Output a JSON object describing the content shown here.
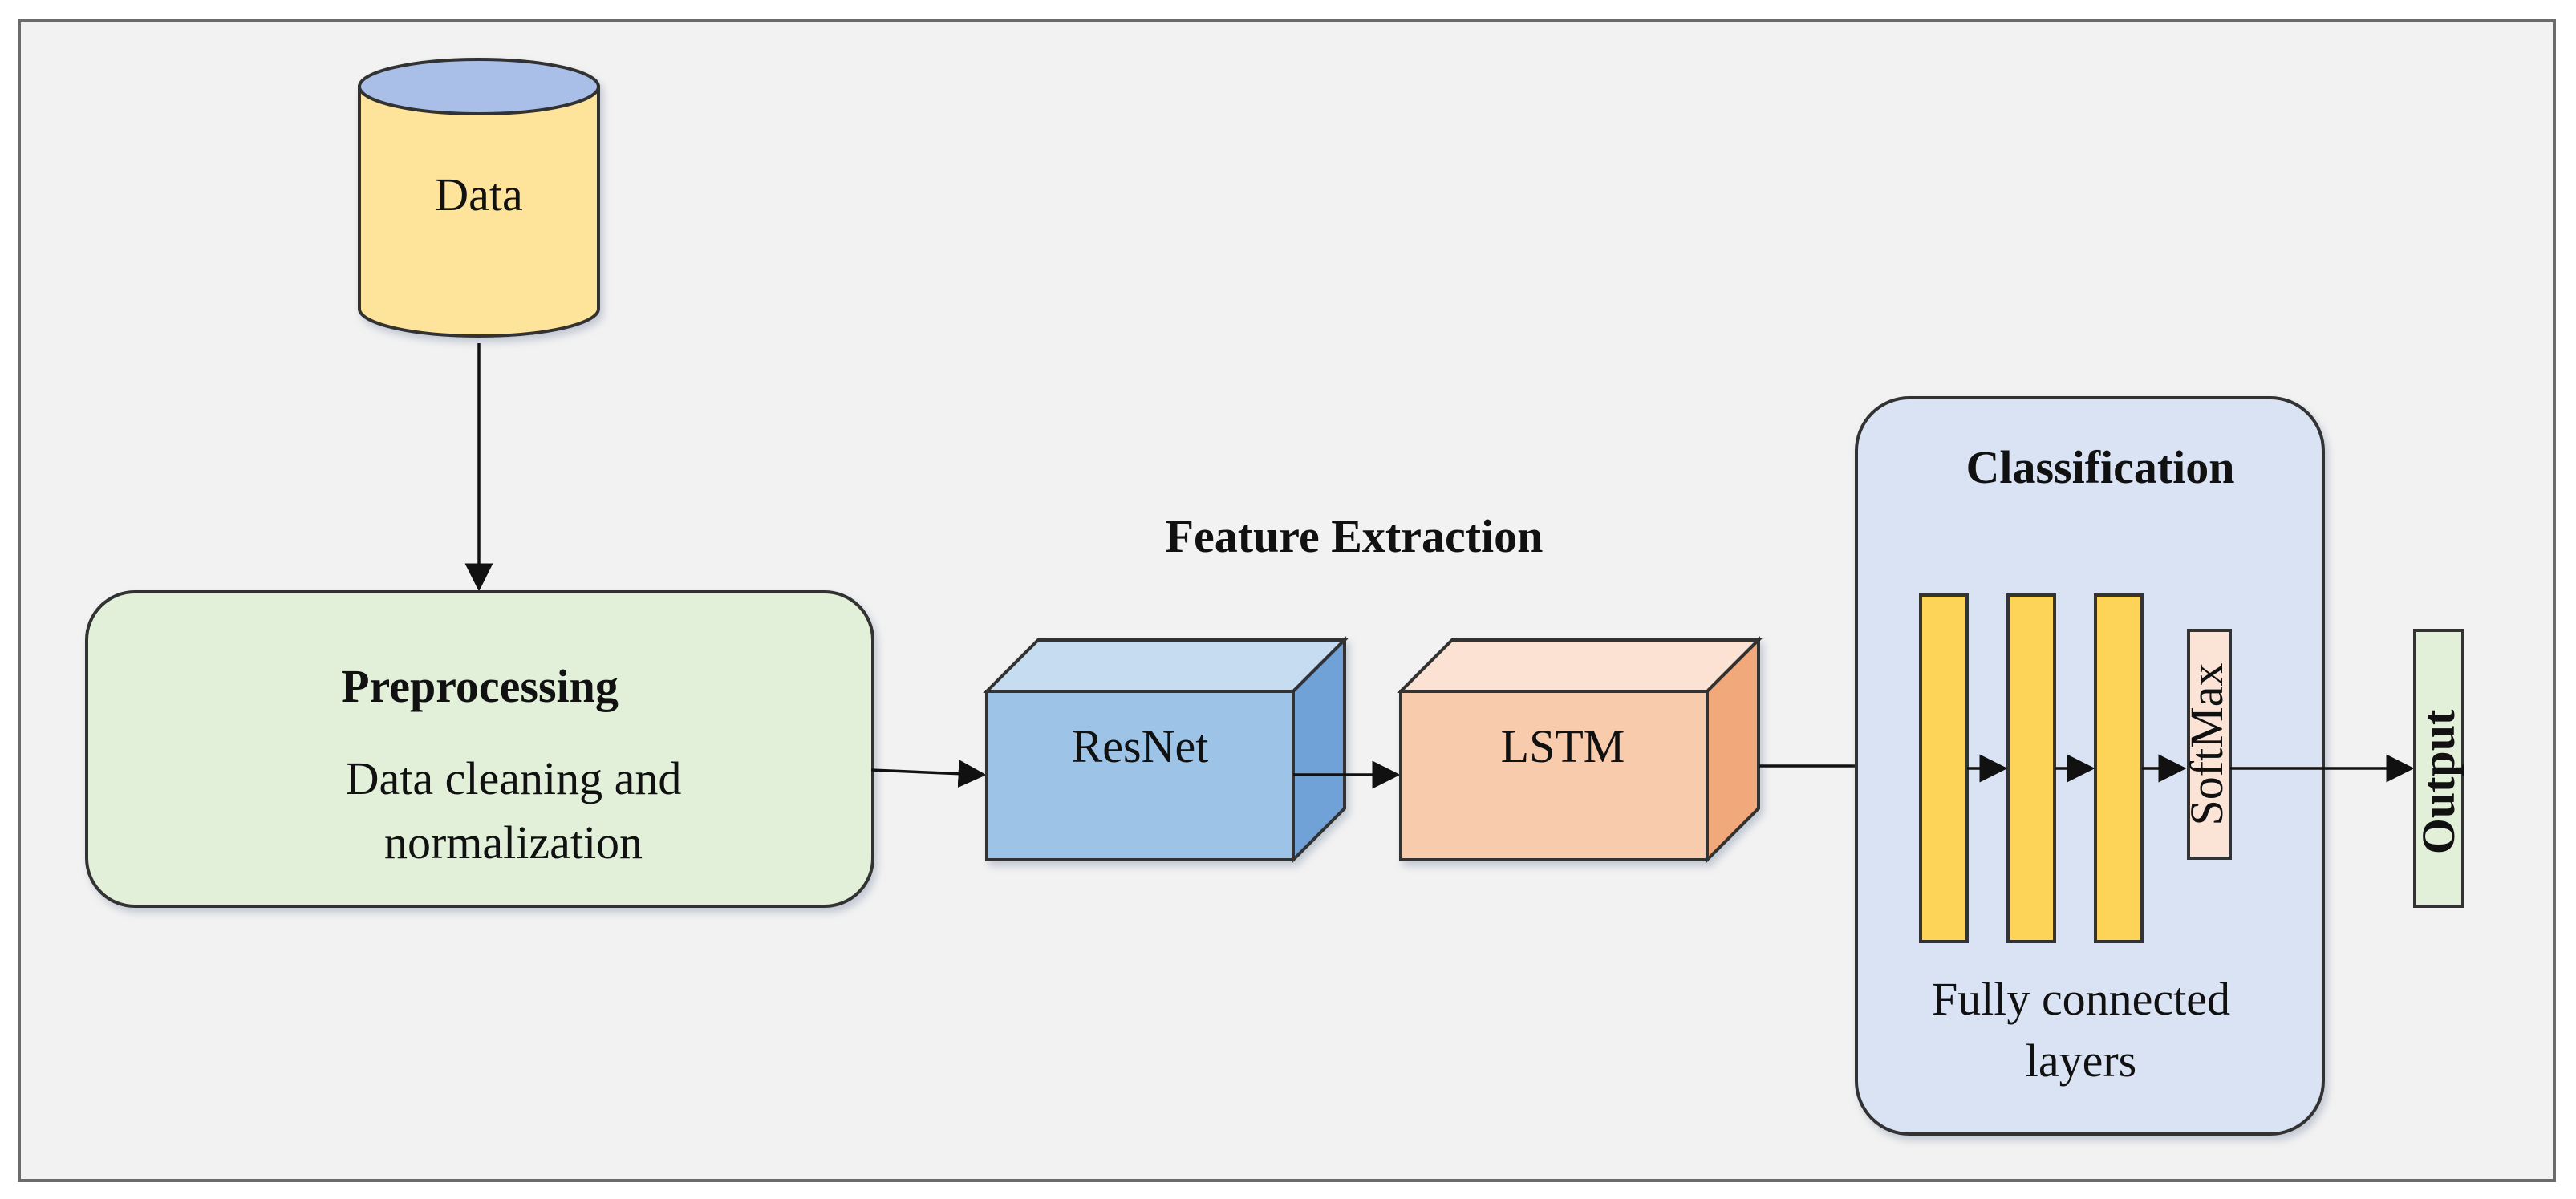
{
  "nodes": {
    "data": "Data",
    "preprocessing": {
      "title": "Preprocessing",
      "line1": "Data cleaning and",
      "line2": "normalization"
    },
    "feature_extraction": "Feature Extraction",
    "resnet": "ResNet",
    "lstm": "LSTM",
    "classification": {
      "title": "Classification",
      "softmax": "SoftMax",
      "caption_line1": "Fully connected",
      "caption_line2": "layers"
    },
    "output": "Output"
  },
  "colors": {
    "background": "#f2f2f2",
    "data_fill": "#fde49a",
    "data_top": "#a9bfe8",
    "preprocessing_fill": "#e2efd9",
    "resnet_front": "#9dc3e6",
    "resnet_top": "#c5dcf1",
    "resnet_side": "#6fa2d8",
    "lstm_front": "#f8cbad",
    "lstm_top": "#fbe2d3",
    "lstm_side": "#f1a97c",
    "classification_fill": "#dae3f3",
    "fc_layer": "#fdd457",
    "softmax_fill": "#fbe4d5",
    "output_fill": "#e2efd9"
  }
}
